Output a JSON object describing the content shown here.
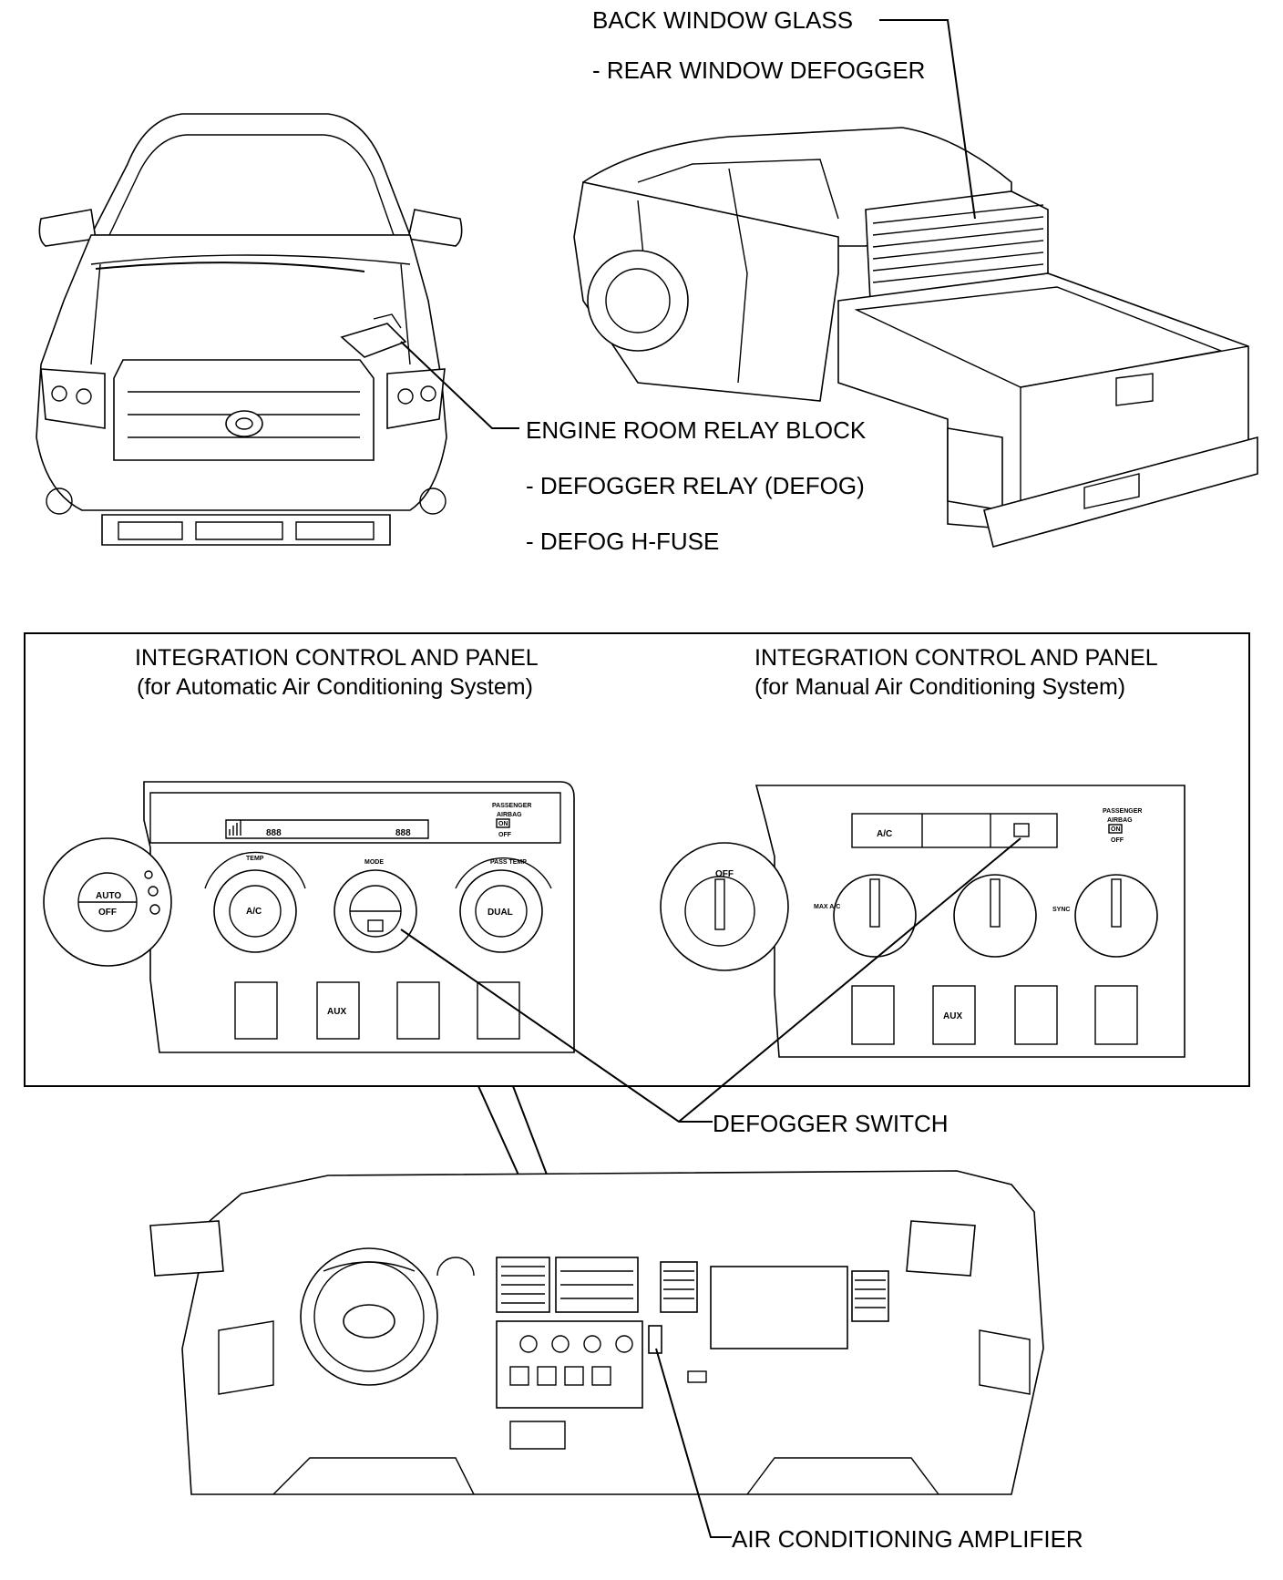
{
  "labels": {
    "back_window_glass": "BACK WINDOW GLASS",
    "rear_window_defogger": "- REAR WINDOW DEFOGGER",
    "engine_room_relay_block": "ENGINE ROOM RELAY BLOCK",
    "defogger_relay": "- DEFOGGER RELAY (DEFOG)",
    "defog_h_fuse": "- DEFOG H-FUSE",
    "defogger_switch": "DEFOGGER SWITCH",
    "air_conditioning_amplifier": "AIR CONDITIONING AMPLIFIER"
  },
  "panels": {
    "automatic": {
      "title": "INTEGRATION CONTROL AND PANEL",
      "subtitle": "(for Automatic Air Conditioning System)",
      "display_left": "888",
      "display_right": "888",
      "airbag_text": [
        "PASSENGER",
        "AIRBAG",
        "ON",
        "OFF"
      ],
      "knob_labels": {
        "auto": "AUTO",
        "off": "OFF",
        "temp": "TEMP",
        "ac": "A/C",
        "mode": "MODE",
        "pass_temp": "PASS TEMP",
        "dual": "DUAL"
      },
      "aux": "AUX"
    },
    "manual": {
      "title": "INTEGRATION CONTROL AND PANEL",
      "subtitle": "(for Manual Air Conditioning System)",
      "ac_button": "A/C",
      "fan_off": "OFF",
      "max_ac": "MAX A/C",
      "sync": "SYNC",
      "airbag_text": [
        "PASSENGER",
        "AIRBAG",
        "ON",
        "OFF"
      ],
      "aux": "AUX"
    }
  }
}
